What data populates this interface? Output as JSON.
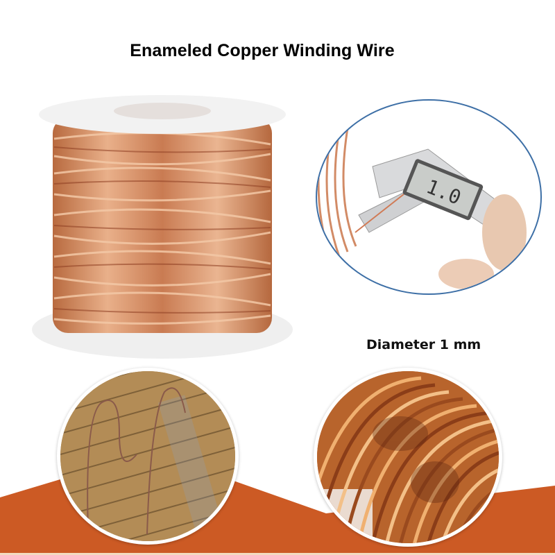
{
  "header": {
    "title": "Enameled Copper Winding Wire"
  },
  "callouts": {
    "diameter_label": "Diameter 1 mm",
    "caliper_reading": "1.0"
  },
  "colors": {
    "accent_orange": "#cc5a24",
    "copper_light": "#e7ad7f",
    "copper_mid": "#c9794b",
    "copper_dark": "#8e3e22",
    "caliper_circle_border": "#3d6fa6",
    "spool_white": "#f1f1f1",
    "wood": "#b08a55"
  },
  "images": [
    {
      "name": "copper-wire-spool",
      "description": "Spool of bare copper wire on white reel"
    },
    {
      "name": "caliper-measurement",
      "description": "Digital caliper measuring wire diameter"
    },
    {
      "name": "wire-bent-on-wood",
      "description": "Bent copper wire on wooden surface"
    },
    {
      "name": "coil-closeup",
      "description": "Close-up of enameled copper coil"
    }
  ]
}
